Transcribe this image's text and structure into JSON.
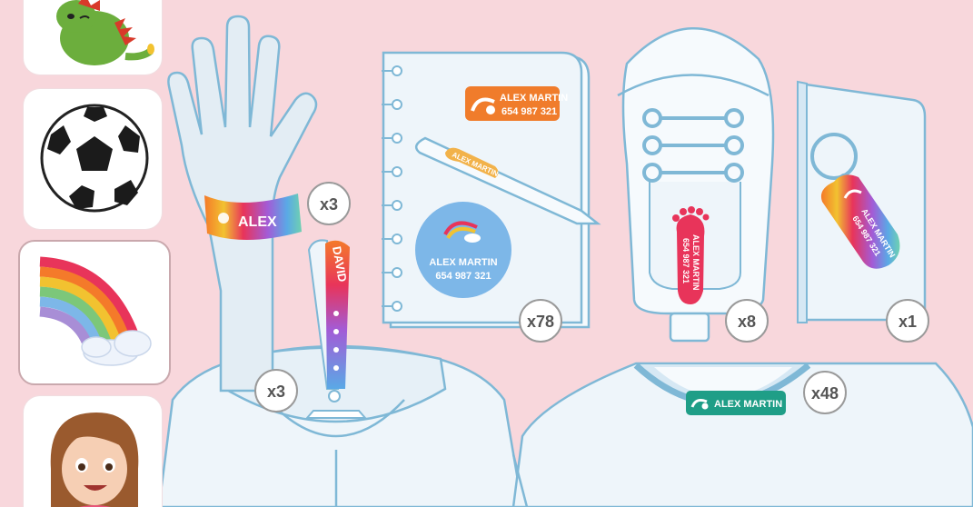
{
  "theme_colors": {
    "background": "#f8d7dc",
    "outline": "#7fb8d6",
    "fill": "#eef5fa",
    "badge_border": "#9a9a9a"
  },
  "sidebar": {
    "items": [
      {
        "icon": "dinosaur-icon",
        "selected": false
      },
      {
        "icon": "soccer-ball-icon",
        "selected": false
      },
      {
        "icon": "rainbow-icon",
        "selected": true
      },
      {
        "icon": "girl-avatar-icon",
        "selected": false
      }
    ]
  },
  "labels": {
    "wristband_name": "ALEX",
    "lanyard_name": "DAVID",
    "notebook_label_name": "ALEX MARTIN",
    "notebook_label_phone": "654 987 321",
    "pencil_label": "ALEX MARTIN",
    "round_label_name": "ALEX MARTIN",
    "round_label_phone": "654 987 321",
    "shoe_label_name": "ALEX MARTIN",
    "shoe_label_phone": "654 987 321",
    "keytag_name": "ALEX MARTIN",
    "keytag_phone": "654 987 321",
    "collar_label_name": "ALEX MARTIN"
  },
  "counts": {
    "wristband": "x3",
    "jacket": "x3",
    "notebook": "x78",
    "shoe": "x8",
    "keytag": "x1",
    "shirt": "x48"
  }
}
